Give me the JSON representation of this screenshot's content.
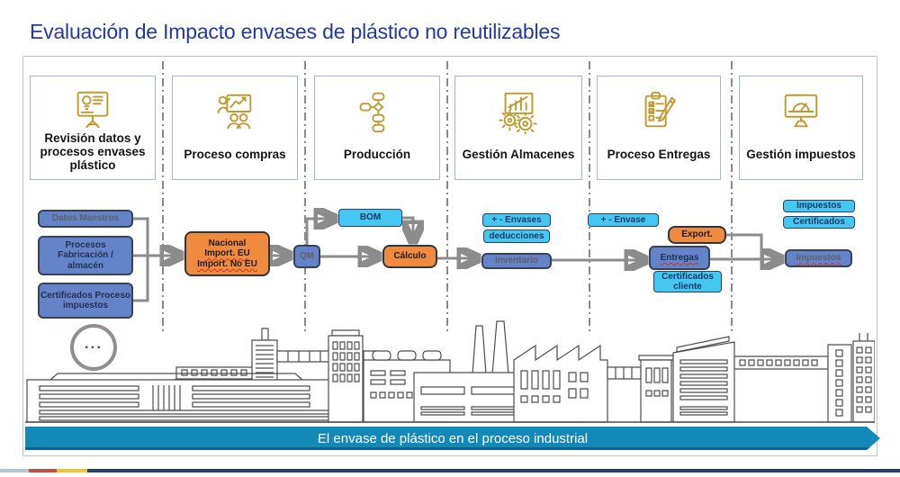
{
  "title": "Evaluación de Impacto envases de plástico no reutilizables",
  "columns": [
    {
      "label": "Revisión datos y procesos envases plástico",
      "icon": "presentation-idea-icon"
    },
    {
      "label": "Proceso compras",
      "icon": "presentation-people-icon"
    },
    {
      "label": "Producción",
      "icon": "flowchart-icon"
    },
    {
      "label": "Gestión Almacenes",
      "icon": "chart-gears-icon"
    },
    {
      "label": "Proceso Entregas",
      "icon": "clipboard-pencil-icon"
    },
    {
      "label": "Gestión impuestos",
      "icon": "monitor-gauge-icon"
    }
  ],
  "flow": {
    "datos_maestros": "Datos Maestros",
    "procesos_fabricacion": "Procesos Fabricación / almacén",
    "certificados_proceso": "Certificados Proceso impuestos",
    "nacional_line1": "Nacional",
    "nacional_line2": "Import. EU",
    "nacional_line3": "Import. No EU",
    "qm": "QM",
    "bom": "BOM",
    "calculo": "Cálculo",
    "envases_mas_menos": "+ - Envases",
    "deducciones": "deducciones",
    "inventario": "Inventario",
    "envase_mas_menos": "+ - Envase",
    "export": "Export.",
    "entregas": "Entregas",
    "certificados_cliente": "Certificados cliente",
    "impuestos_doc": "Impuestos",
    "certificados_doc": "Certificados",
    "impuestos": "Impuestos",
    "ellipsis": "..."
  },
  "banner": {
    "label": "El envase de plástico en el proceso industrial"
  },
  "colors": {
    "title_blue": "#2438A5",
    "icon_gold": "#BE9B2F",
    "header_border": "#9FB9C8",
    "node_periwinkle": "#6583C8",
    "node_cyan": "#45C7F4",
    "node_orange": "#F08A3E",
    "arrow_gray": "#8C8C8C",
    "banner_teal": "#1389B8",
    "footer_navy": "#27406B",
    "footer_red": "#C0504D",
    "footer_yellow": "#E8C531",
    "footer_lightblue": "#AEC6D8"
  }
}
